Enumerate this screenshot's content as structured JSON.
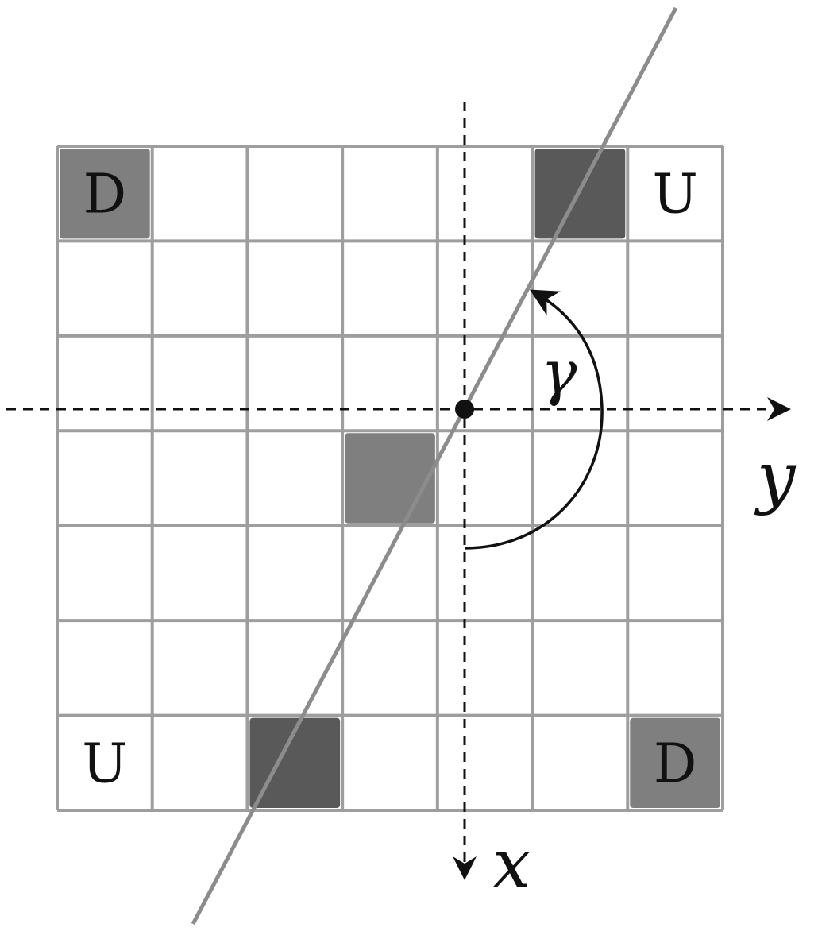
{
  "grid": {
    "rows": 7,
    "cols": 7,
    "line_color": "#9e9e9e",
    "corner_label_cell_color": "#7f7f7f",
    "dark_cell_color": "#595959",
    "mid_cell_color": "#7f7f7f",
    "labeled_cells": [
      {
        "row": 0,
        "col": 0,
        "text": "D",
        "shaded": true
      },
      {
        "row": 0,
        "col": 6,
        "text": "U",
        "shaded": false
      },
      {
        "row": 6,
        "col": 0,
        "text": "U",
        "shaded": false
      },
      {
        "row": 6,
        "col": 6,
        "text": "D",
        "shaded": true
      }
    ],
    "shaded_cells": [
      {
        "row": 0,
        "col": 5,
        "tone": "dark"
      },
      {
        "row": 3,
        "col": 3,
        "tone": "mid"
      },
      {
        "row": 6,
        "col": 2,
        "tone": "dark"
      }
    ]
  },
  "axes": {
    "x_label": "x",
    "y_label": "y",
    "style": "dashed",
    "color": "#111111"
  },
  "rotated_line": {
    "color": "#8c8c8c"
  },
  "angle": {
    "symbol": "γ",
    "color": "#111111"
  }
}
